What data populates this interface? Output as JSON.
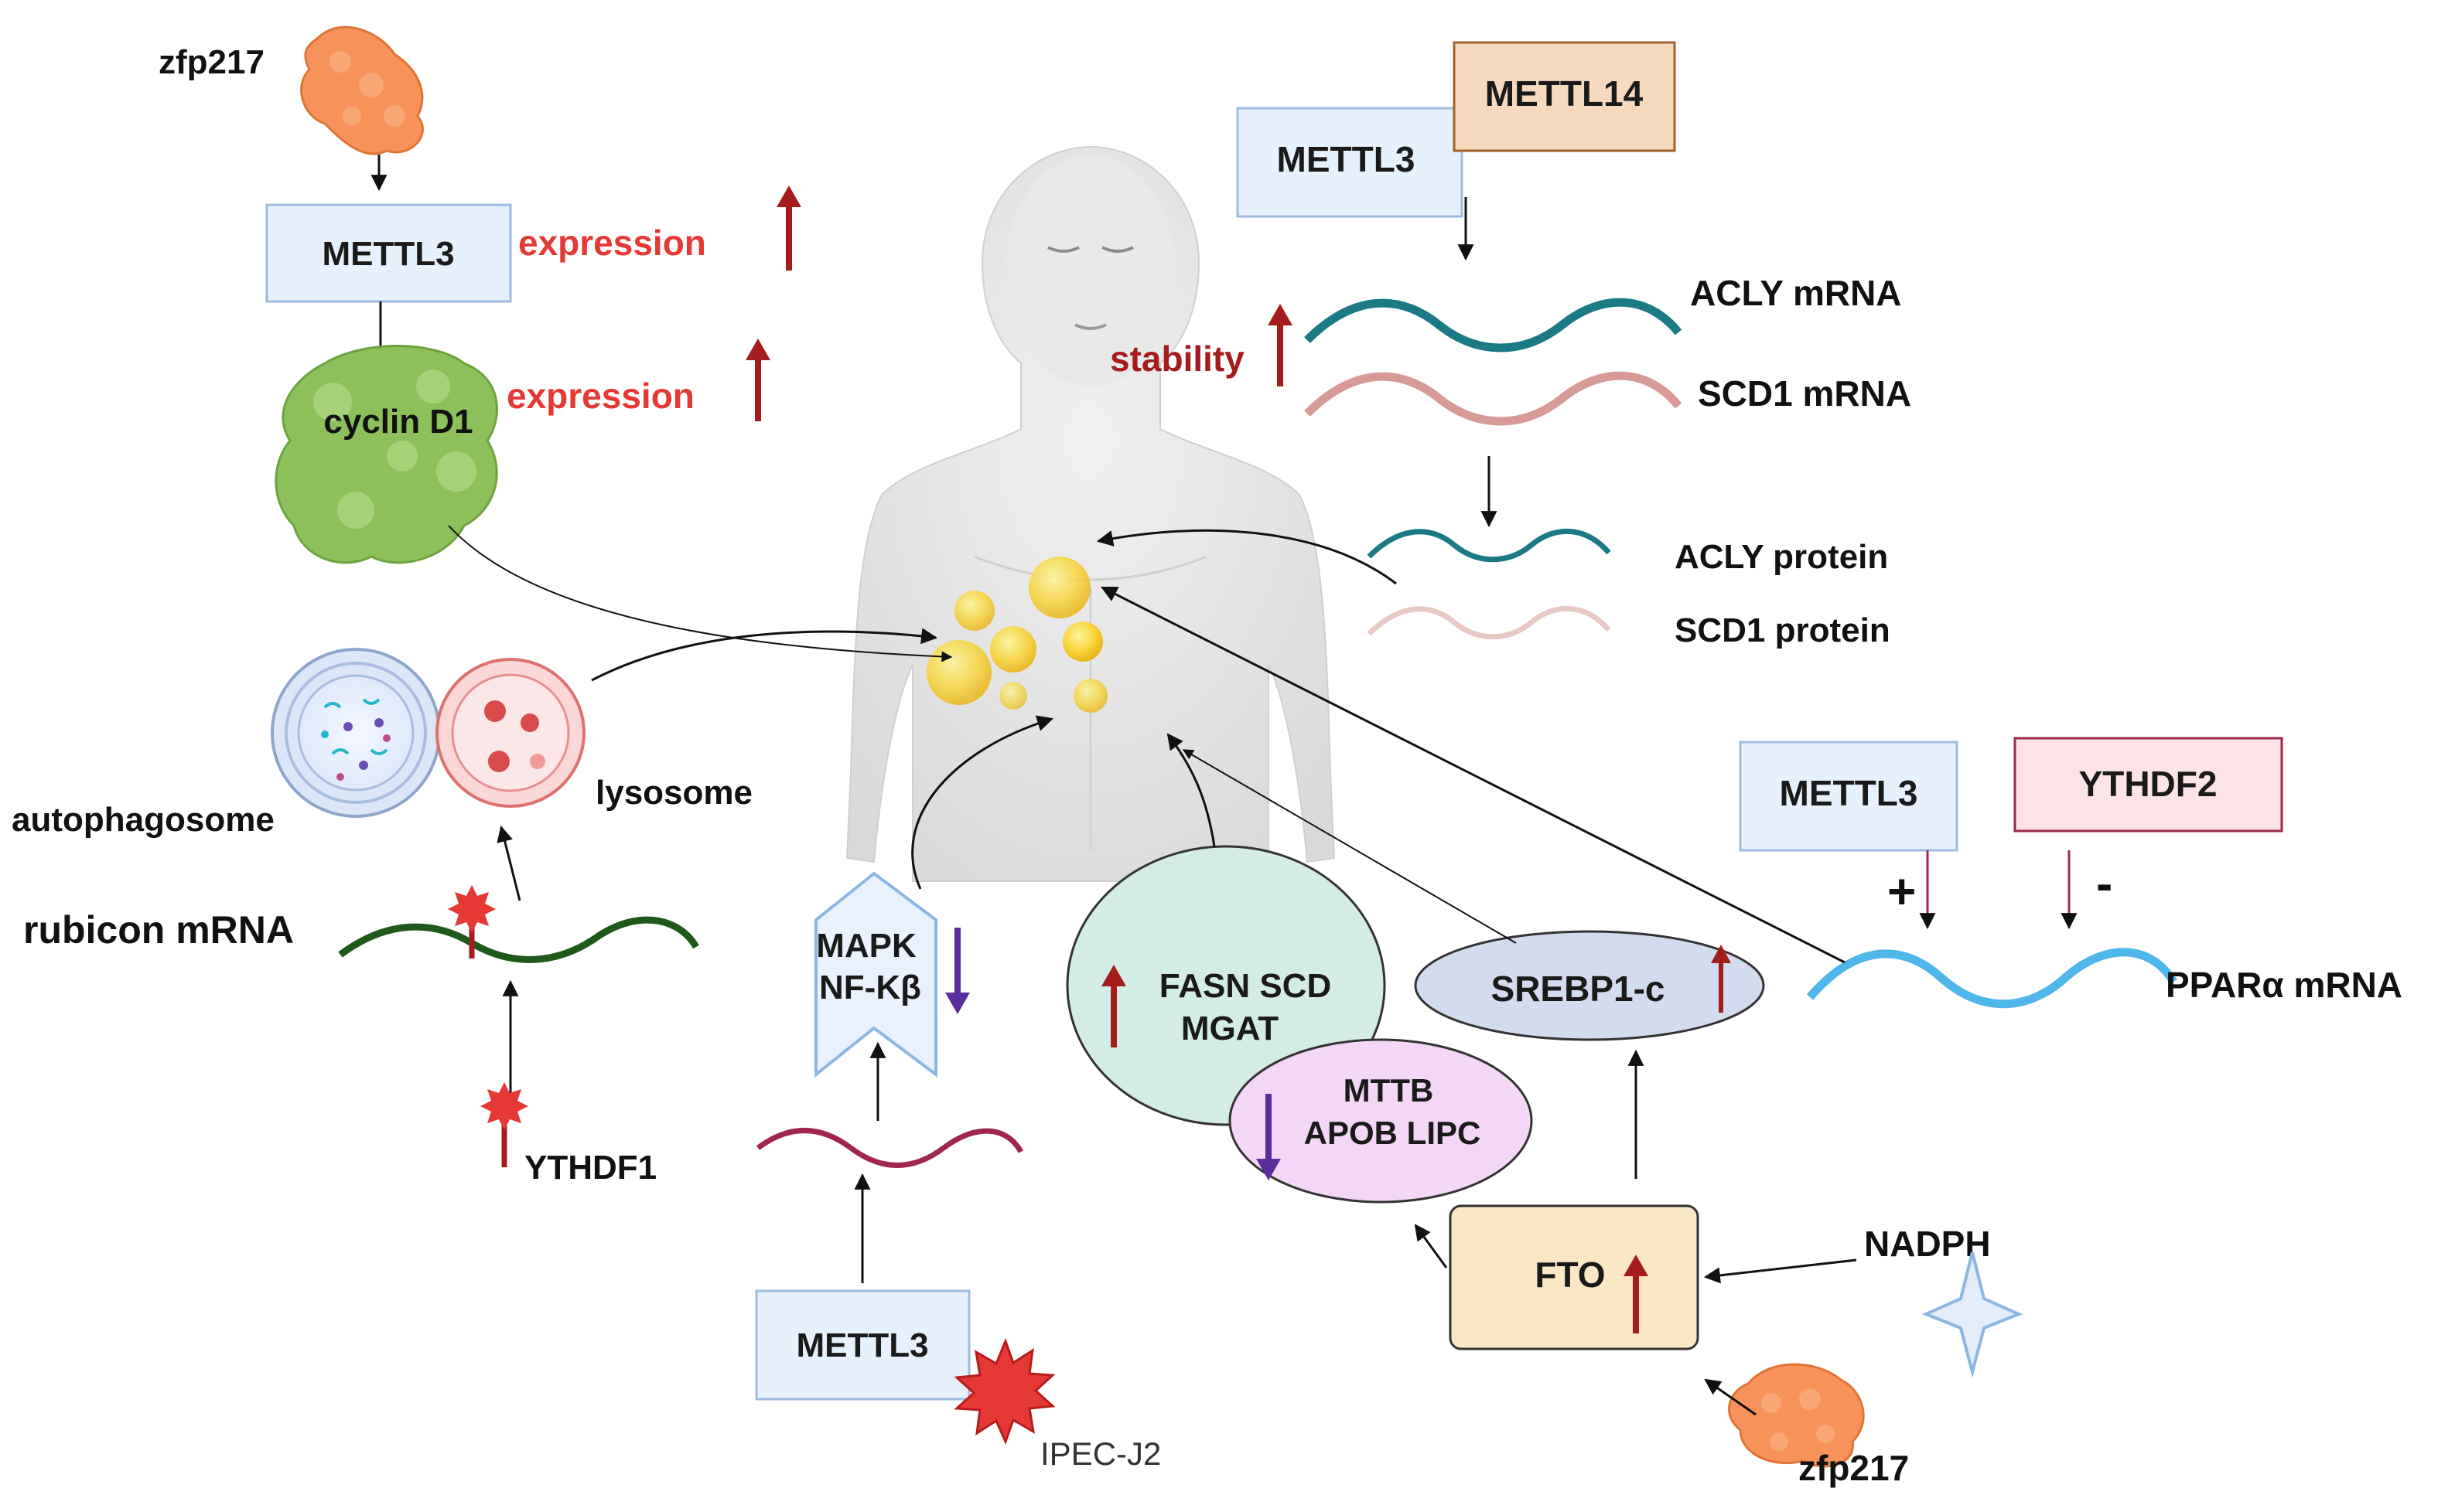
{
  "labels": {
    "zfp217_top": "zfp217",
    "zfp217_bottom": "zfp217",
    "cyclin_d1": "cyclin D1",
    "autophagosome": "autophagosome",
    "lysosome": "lysosome",
    "rubicon_mrna": "rubicon mRNA",
    "ythdf1": "YTHDF1",
    "mapk": "MAPK",
    "nfkb": "NF-Kβ",
    "ipec": "IPEC-J2",
    "fasn_line1": "FASN SCD",
    "fasn_line2": "MGAT",
    "mttb_line1": "MTTB",
    "mttb_line2": "APOB LIPC",
    "srebp": "SREBP1-c",
    "fto": "FTO",
    "nadph": "NADPH",
    "acly_mrna": "ACLY mRNA",
    "scd1_mrna": "SCD1 mRNA",
    "acly_protein": "ACLY protein",
    "scd1_protein": "SCD1 protein",
    "pparα_mrna": "PPARα mRNA",
    "plus": "+",
    "minus": "-"
  },
  "annotations": {
    "expression_1": "expression",
    "expression_2": "expression",
    "stability": "stability"
  },
  "boxes": {
    "mettl3_topleft": "METTL3",
    "mettl3_top": "METTL3",
    "mettl14": "METTL14",
    "mettl3_right": "METTL3",
    "ythdf2": "YTHDF2",
    "mettl3_bottom": "METTL3"
  },
  "colors": {
    "up_arrow": "#a51c1c",
    "down_arrow": "#5b2d9c",
    "annotation_red": "#e53935",
    "teal_wave": "#1b7a86",
    "pink_wave": "#d79a96",
    "green_wave": "#1e5a1a",
    "maroon_wave": "#a0264e",
    "blue_wave": "#4fb6ea",
    "box_blue": "#e6f1fb",
    "box_orange": "#f7d9bd",
    "box_pink": "#fbe3e6",
    "box_tan": "#fae8c4"
  }
}
